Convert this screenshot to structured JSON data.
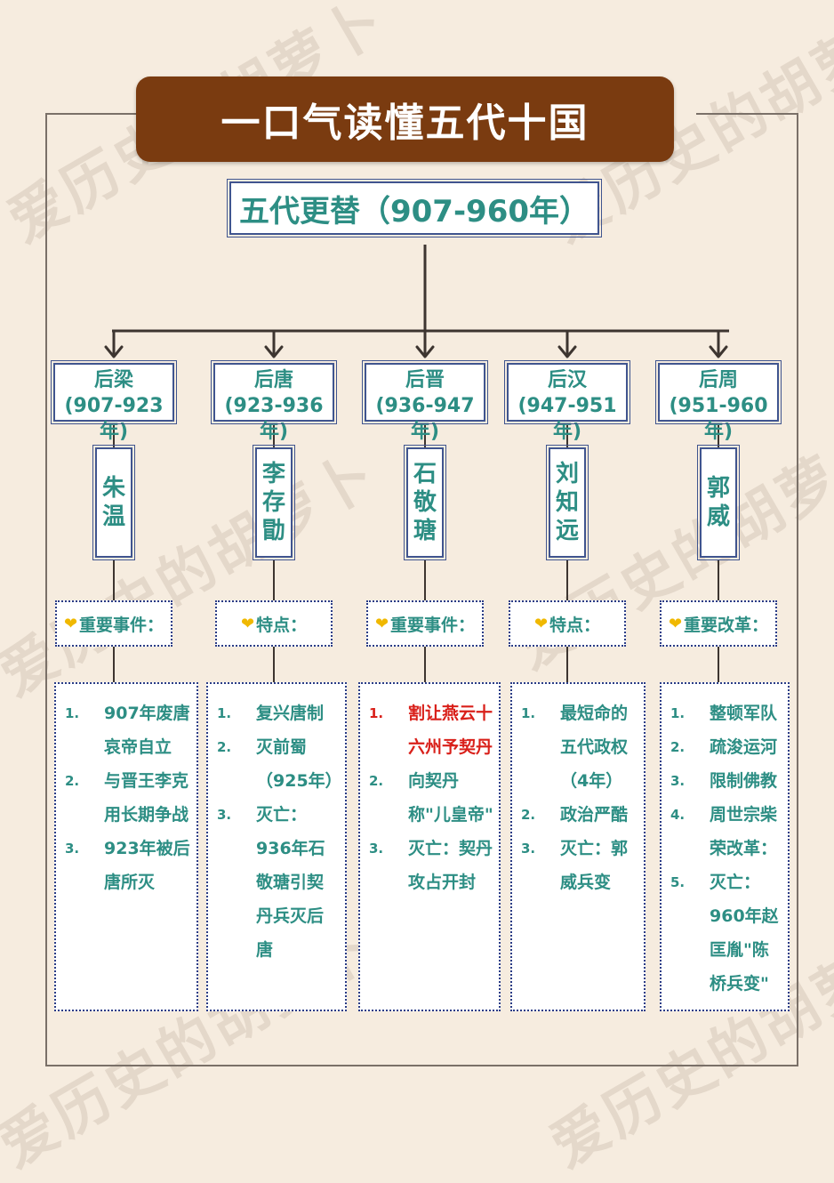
{
  "title": "一口气读懂五代十国",
  "subtitle": "五代更替（907-960年）",
  "watermark": "爱历史的胡萝卜",
  "colors": {
    "background": "#f6ecdf",
    "banner": "#7a3b10",
    "text_teal": "#2d8e84",
    "border_navy": "#40558f",
    "highlight_red": "#d9201a",
    "heart": "#f0b800"
  },
  "dynasties": [
    {
      "name": "后梁",
      "years": "(907-923年)",
      "ruler": [
        "朱",
        "温"
      ],
      "section_label": "重要事件：",
      "items": [
        {
          "num": "1.",
          "text": "907年废唐哀帝自立",
          "highlight": false
        },
        {
          "num": "2.",
          "text": "与晋王李克用长期争战",
          "highlight": false
        },
        {
          "num": "3.",
          "text": "923年被后唐所灭",
          "highlight": false
        }
      ]
    },
    {
      "name": "后唐",
      "years": "(923-936年)",
      "ruler": [
        "李",
        "存",
        "勖"
      ],
      "section_label": "特点：",
      "items": [
        {
          "num": "1.",
          "text": "复兴唐制",
          "highlight": false
        },
        {
          "num": "2.",
          "text": "灭前蜀（925年）",
          "highlight": false
        },
        {
          "num": "3.",
          "text": "灭亡：936年石敬瑭引契丹兵灭后唐",
          "highlight": false
        }
      ]
    },
    {
      "name": "后晋",
      "years": "(936-947年)",
      "ruler": [
        "石",
        "敬",
        "瑭"
      ],
      "section_label": "重要事件：",
      "items": [
        {
          "num": "1.",
          "text": "割让燕云十六州予契丹",
          "highlight": true
        },
        {
          "num": "2.",
          "text": "向契丹称\"儿皇帝\"",
          "highlight": false
        },
        {
          "num": "3.",
          "text": "灭亡：契丹攻占开封",
          "highlight": false
        }
      ]
    },
    {
      "name": "后汉",
      "years": "(947-951年)",
      "ruler": [
        "刘",
        "知",
        "远"
      ],
      "section_label": "特点：",
      "items": [
        {
          "num": "1.",
          "text": "最短命的五代政权（4年）",
          "highlight": false
        },
        {
          "num": "2.",
          "text": "政治严酷",
          "highlight": false
        },
        {
          "num": "3.",
          "text": "灭亡：郭威兵变",
          "highlight": false
        }
      ]
    },
    {
      "name": "后周",
      "years": "(951-960年)",
      "ruler": [
        "郭",
        "威"
      ],
      "section_label": "重要改革：",
      "items": [
        {
          "num": "1.",
          "text": "整顿军队",
          "highlight": false
        },
        {
          "num": "2.",
          "text": "疏浚运河",
          "highlight": false
        },
        {
          "num": "3.",
          "text": "限制佛教",
          "highlight": false
        },
        {
          "num": "4.",
          "text": "周世宗柴荣改革：",
          "highlight": false
        },
        {
          "num": "5.",
          "text": "灭亡：960年赵匡胤\"陈桥兵变\"",
          "highlight": false
        }
      ]
    }
  ]
}
